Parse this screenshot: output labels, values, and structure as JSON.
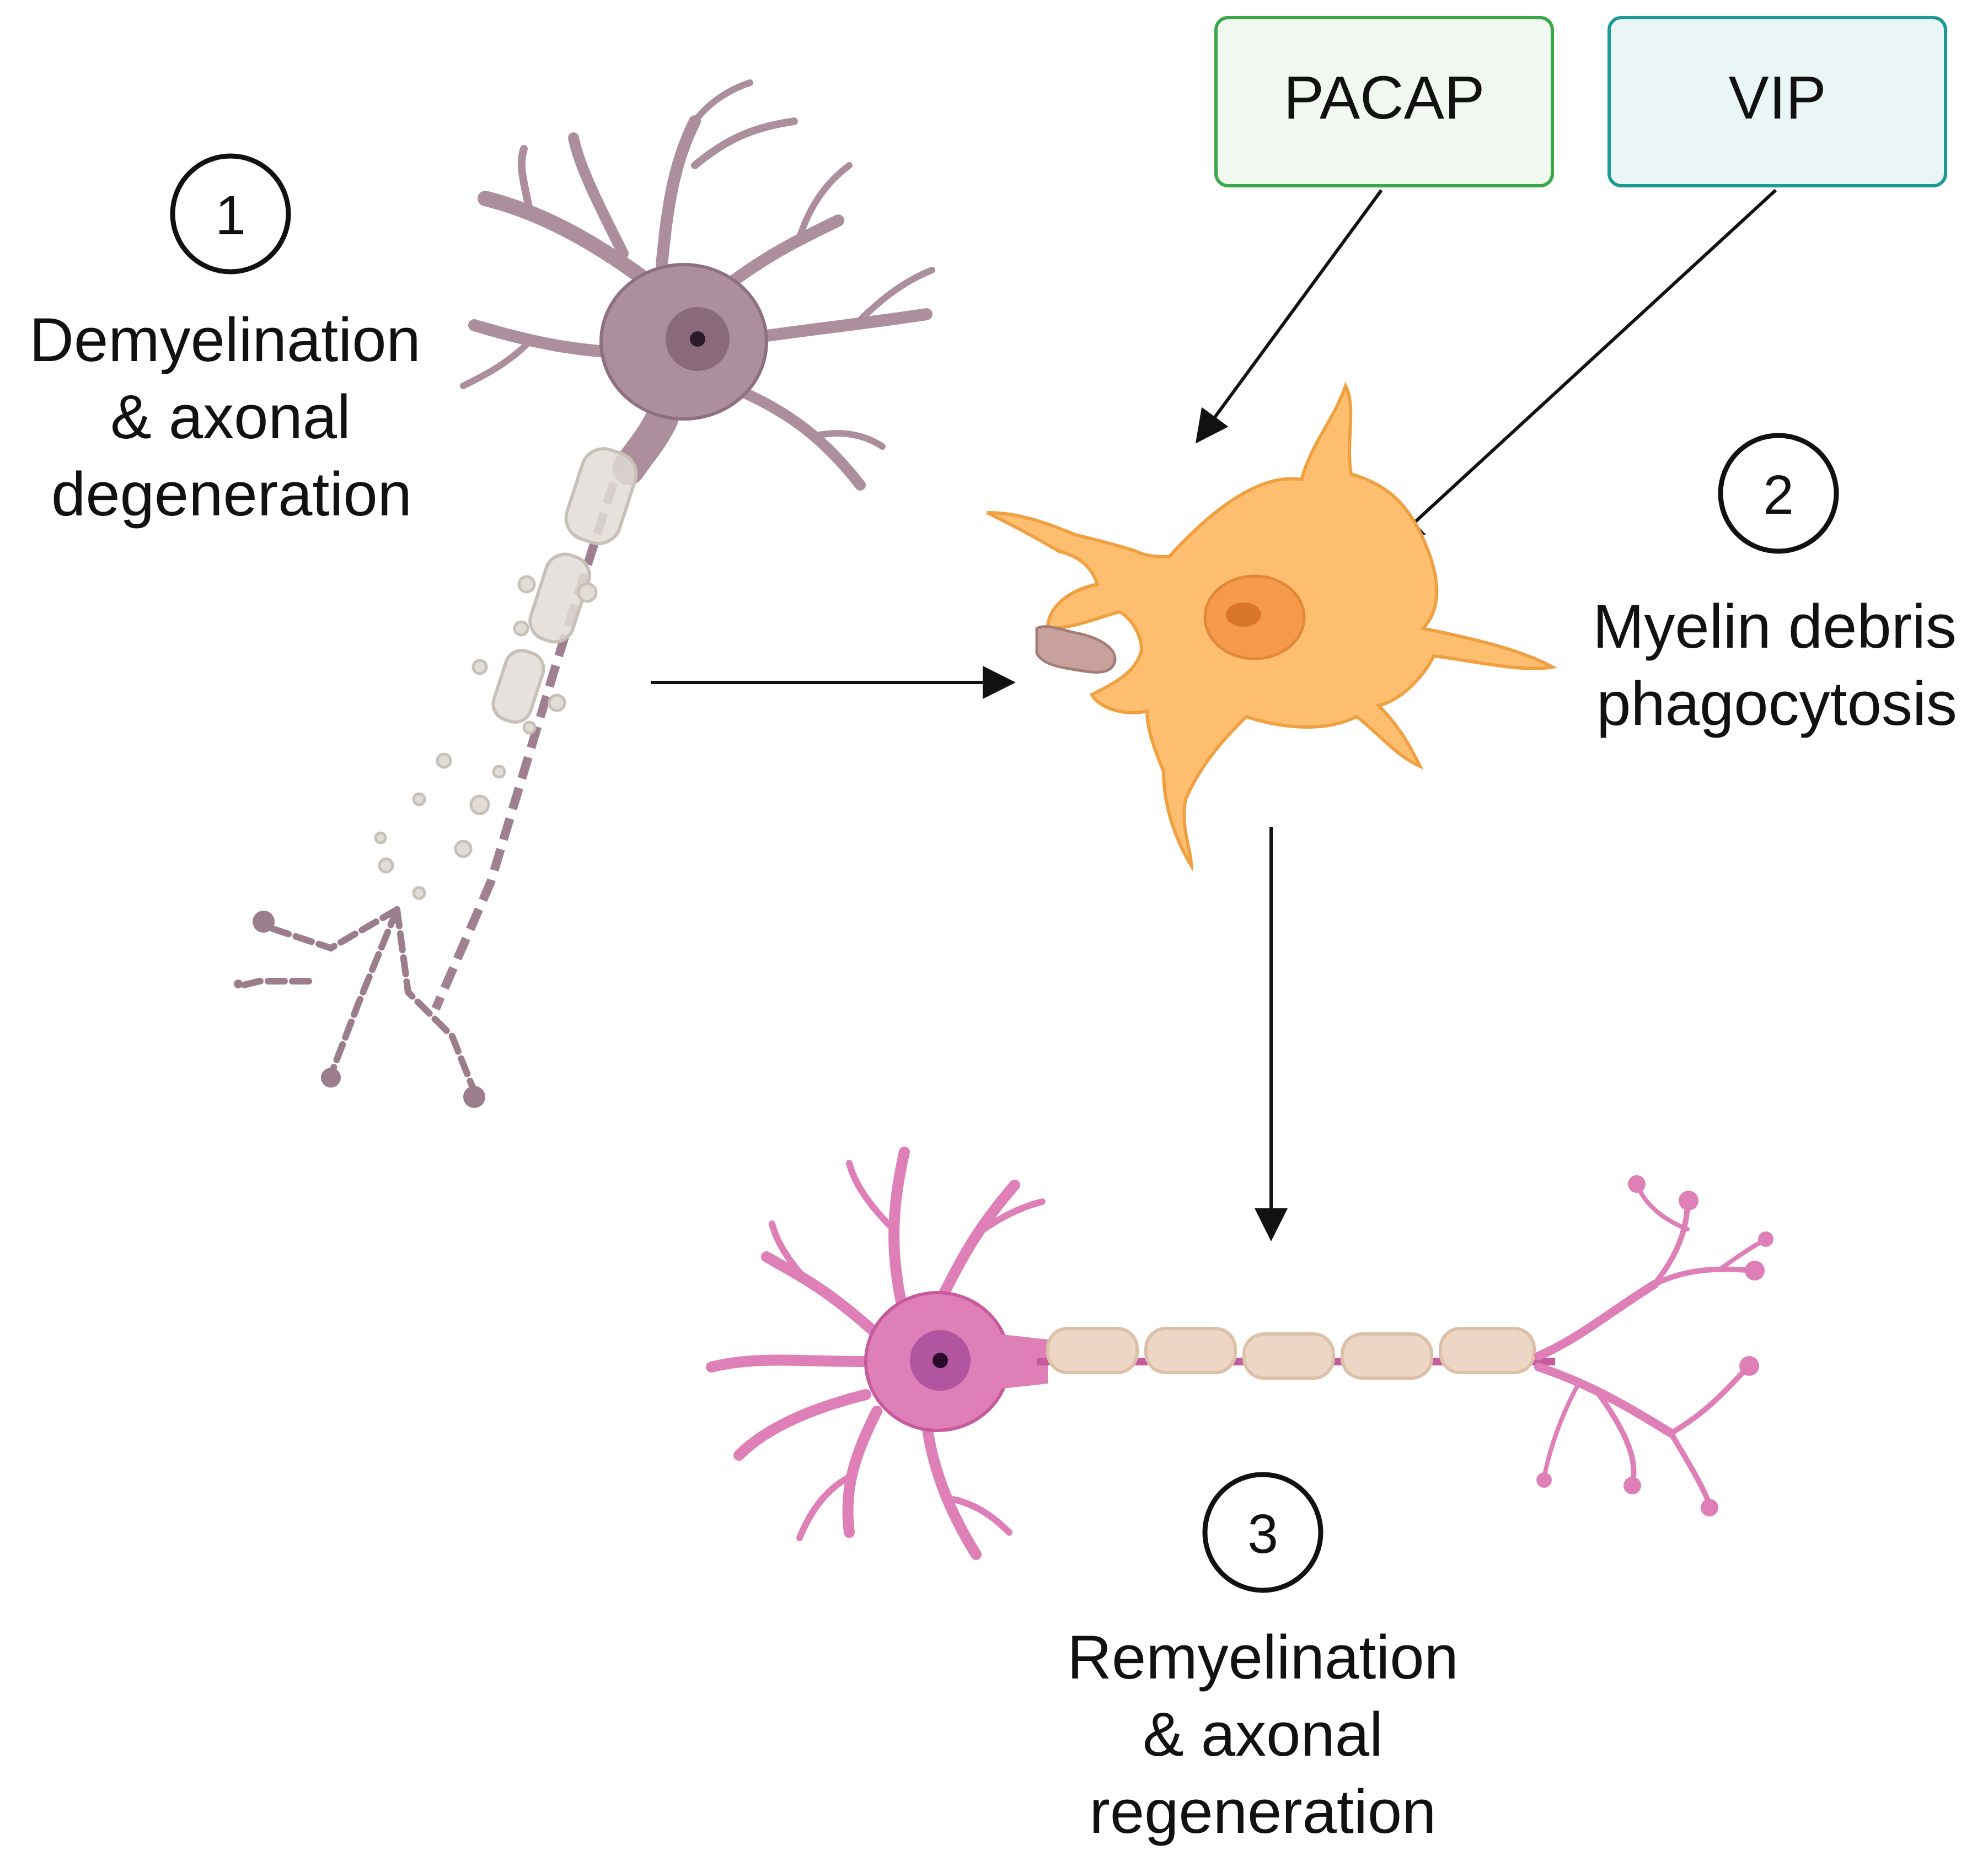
{
  "boxes": {
    "pacap": {
      "label": "PACAP",
      "fill": "#f1f8ef",
      "stroke": "#39a84a"
    },
    "vip": {
      "label": "VIP",
      "fill": "#eaf6f5",
      "stroke": "#1e9a95"
    }
  },
  "steps": [
    {
      "number": "1",
      "lines": [
        "Demyelination",
        "& axonal",
        "degeneration"
      ]
    },
    {
      "number": "2",
      "lines": [
        "Myelin debris",
        "phagocytosis"
      ]
    },
    {
      "number": "3",
      "lines": [
        "Remyelination",
        "& axonal",
        "regeneration"
      ]
    }
  ],
  "colors": {
    "degenerating_neuron": "#ad8e9d",
    "degenerating_outline": "#8e7080",
    "microglia": "#fdbf6f",
    "microglia_outline": "#f0a040",
    "healthy_neuron": "#df7fb8",
    "healthy_outline": "#c55b9d",
    "myelin": "#edd6c6",
    "arrow": "#111111"
  }
}
